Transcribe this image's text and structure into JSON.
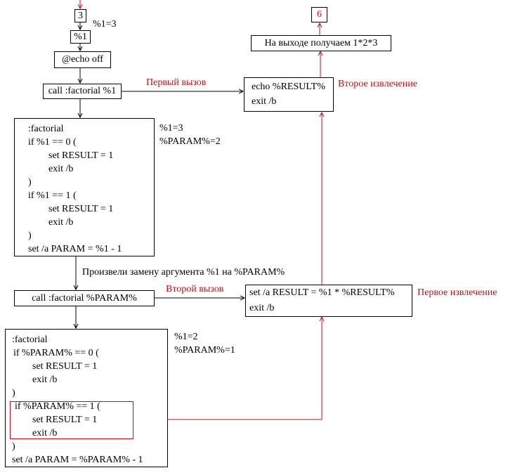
{
  "colors": {
    "accent_red": "#c0101c",
    "line_black": "#000000"
  },
  "top": {
    "input_value": "3",
    "arg_box": "%1",
    "arg_note": "%1=3",
    "echo_off": "@echo off",
    "first_call": "call :factorial %1",
    "first_call_label": "Первый вызов"
  },
  "result": {
    "output_value": "6",
    "output_text": "На выходе получаем 1*2*3",
    "echo_lines": [
      "echo %RESULT%",
      "exit /b"
    ],
    "second_extraction_label": "Второе извлечение"
  },
  "factorial1": {
    "lines": [
      ":factorial",
      "if %1 == 0 (",
      "set RESULT = 1",
      "exit /b",
      ")",
      "if %1 == 1 (",
      "set RESULT = 1",
      "exit /b",
      ")",
      "set /a PARAM = %1 - 1"
    ],
    "notes": [
      "%1=3",
      "%PARAM%=2"
    ]
  },
  "substitution_note": "Произвели замену аргумента %1 на %PARAM%",
  "second_call": {
    "label": "call :factorial %PARAM%",
    "arrow_label": "Второй вызов"
  },
  "multiply": {
    "lines": [
      "set /a RESULT = %1 * %RESULT%",
      "exit /b"
    ],
    "first_extraction_label": "Первое извлечение"
  },
  "factorial2": {
    "lines": [
      ":factorial",
      "if %PARAM% == 0 (",
      "set RESULT = 1",
      "exit /b",
      ")",
      "if %PARAM% == 1 (",
      "set RESULT = 1",
      "exit /b",
      ")",
      "set /a PARAM = %PARAM% - 1"
    ],
    "notes": [
      "%1=2",
      "%PARAM%=1"
    ]
  }
}
